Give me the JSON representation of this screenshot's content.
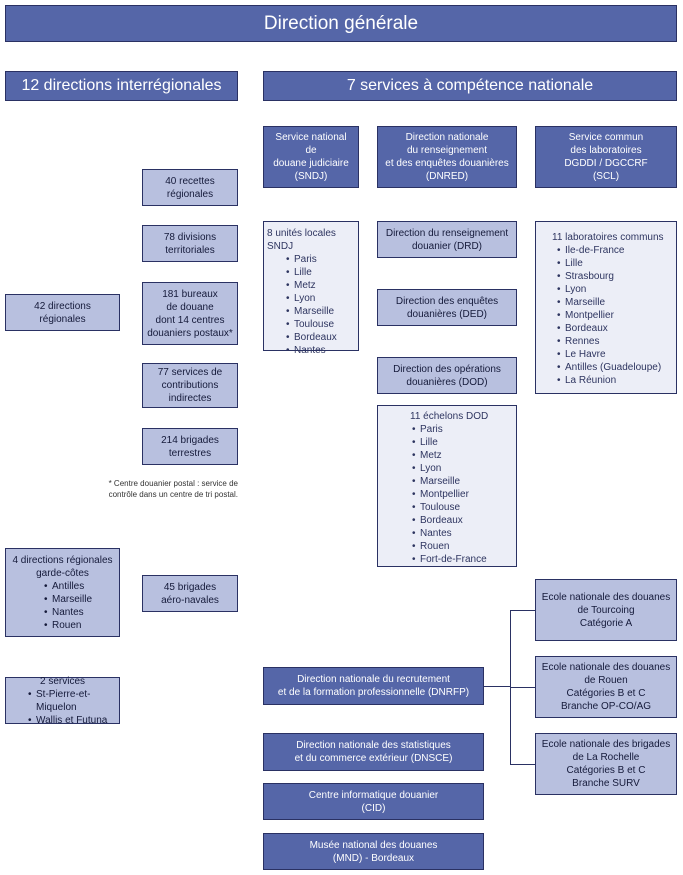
{
  "top": {
    "title": "Direction générale"
  },
  "left": {
    "header": "12 directions interrégionales",
    "services": [
      [
        "40 recettes",
        "régionales"
      ],
      [
        "78 divisions",
        "territoriales"
      ],
      [
        "181 bureaux",
        "de douane",
        "dont 14 centres",
        "douaniers postaux*"
      ],
      [
        "77 services de",
        "contributions",
        "indirectes"
      ],
      [
        "214 brigades",
        "terrestres"
      ]
    ],
    "footnote": [
      "* Centre douanier postal : service de",
      "contrôle dans un centre de tri postal."
    ],
    "regional": [
      "42 directions",
      "régionales"
    ],
    "gardecotes": {
      "title": [
        "4 directions régionales",
        "garde-côtes"
      ],
      "items": [
        "Antilles",
        "Marseille",
        "Nantes",
        "Rouen"
      ]
    },
    "aeronavales": [
      "45 brigades",
      "aéro-navales"
    ],
    "two_services": {
      "title": "2 services",
      "items": [
        "St-Pierre-et-Miquelon",
        "Wallis et Futuna"
      ]
    }
  },
  "right": {
    "header": "7 services à compétence nationale",
    "sndj": {
      "title": [
        "Service national",
        "de",
        "douane judiciaire",
        "(SNDJ)"
      ],
      "list_title": "8 unités locales SNDJ",
      "items": [
        "Paris",
        "Lille",
        "Metz",
        "Lyon",
        "Marseille",
        "Toulouse",
        "Bordeaux",
        "Nantes"
      ]
    },
    "dnred": {
      "title": [
        "Direction nationale",
        "du renseignement",
        "et des enquêtes douanières",
        "(DNRED)"
      ],
      "drd": [
        "Direction du renseignement",
        "douanier (DRD)"
      ],
      "ded": [
        "Direction des enquêtes",
        "douanières (DED)"
      ],
      "dod": [
        "Direction des opérations",
        "douanières (DOD)"
      ],
      "list_title": "11 échelons DOD",
      "items": [
        "Paris",
        "Lille",
        "Metz",
        "Lyon",
        "Marseille",
        "Montpellier",
        "Toulouse",
        "Bordeaux",
        "Nantes",
        "Rouen",
        "Fort-de-France"
      ]
    },
    "scl": {
      "title": [
        "Service commun",
        "des laboratoires",
        "DGDDI / DGCCRF",
        "(SCL)"
      ],
      "list_title": "11 laboratoires communs",
      "items": [
        "Ile-de-France",
        "Lille",
        "Strasbourg",
        "Lyon",
        "Marseille",
        "Montpellier",
        "Bordeaux",
        "Rennes",
        "Le Havre",
        "Antilles (Guadeloupe)",
        "La Réunion"
      ]
    },
    "dnrfp": [
      "Direction nationale du recrutement",
      "et de la formation professionnelle (DNRFP)"
    ],
    "ecoles": [
      [
        "Ecole nationale des douanes",
        "de Tourcoing",
        "Catégorie A"
      ],
      [
        "Ecole nationale des douanes",
        "de Rouen",
        "Catégories B et C",
        "Branche OP-CO/AG"
      ],
      [
        "Ecole nationale des brigades",
        "de La Rochelle",
        "Catégories B et C",
        "Branche SURV"
      ]
    ],
    "dnsce": [
      "Direction nationale des statistiques",
      "et du commerce extérieur (DNSCE)"
    ],
    "cid": [
      "Centre informatique douanier",
      "(CID)"
    ],
    "mnd": [
      "Musée national des douanes",
      "(MND) - Bordeaux"
    ]
  },
  "colors": {
    "dark": "#5566a8",
    "light": "#b8c0df",
    "pale": "#eceef7",
    "border": "#2a3163"
  }
}
